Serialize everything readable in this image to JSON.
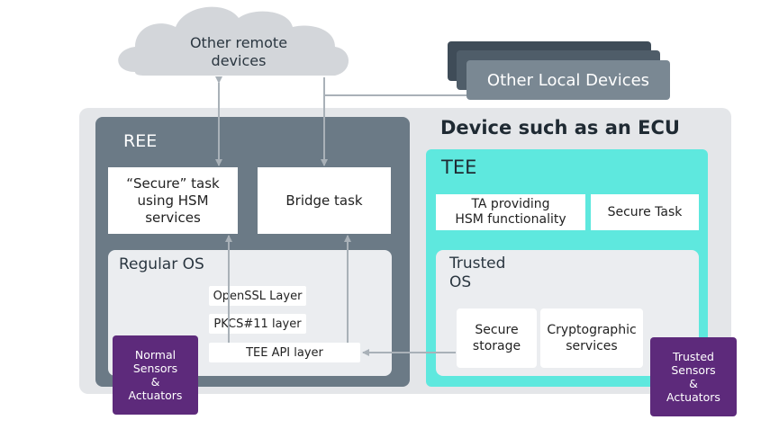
{
  "colors": {
    "ree_panel": "#6b7a86",
    "tee_panel": "#5ee8de",
    "ecu_background": "#e4e6e9",
    "purple_box": "#5d2a7b",
    "cloud": "#d3d6da",
    "arrow": "#a9b1b8"
  },
  "cloud": {
    "label_line1": "Other remote",
    "label_line2": "devices"
  },
  "local_devices": {
    "label": "Other Local Devices"
  },
  "device": {
    "title": "Device such as an ECU"
  },
  "ree": {
    "title": "REE",
    "secure_task": {
      "line1": "“Secure” task",
      "line2": "using HSM",
      "line3": "services"
    },
    "bridge_task": "Bridge task",
    "regular_os": "Regular OS",
    "layers": [
      "OpenSSL Layer",
      "PKCS#11 layer",
      "TEE API layer"
    ]
  },
  "tee": {
    "title": "TEE",
    "ta_hsm": {
      "line1": "TA providing",
      "line2": "HSM functionality"
    },
    "secure_task": "Secure Task",
    "trusted_os": {
      "line1": "Trusted",
      "line2": "OS"
    },
    "secure_storage": {
      "line1": "Secure",
      "line2": "storage"
    },
    "crypto_services": {
      "line1": "Cryptographic",
      "line2": "services"
    }
  },
  "normal_sensors": {
    "line1": "Normal",
    "line2": "Sensors",
    "line3": "&",
    "line4": "Actuators"
  },
  "trusted_sensors": {
    "line1": "Trusted",
    "line2": "Sensors",
    "line3": "&",
    "line4": "Actuators"
  }
}
